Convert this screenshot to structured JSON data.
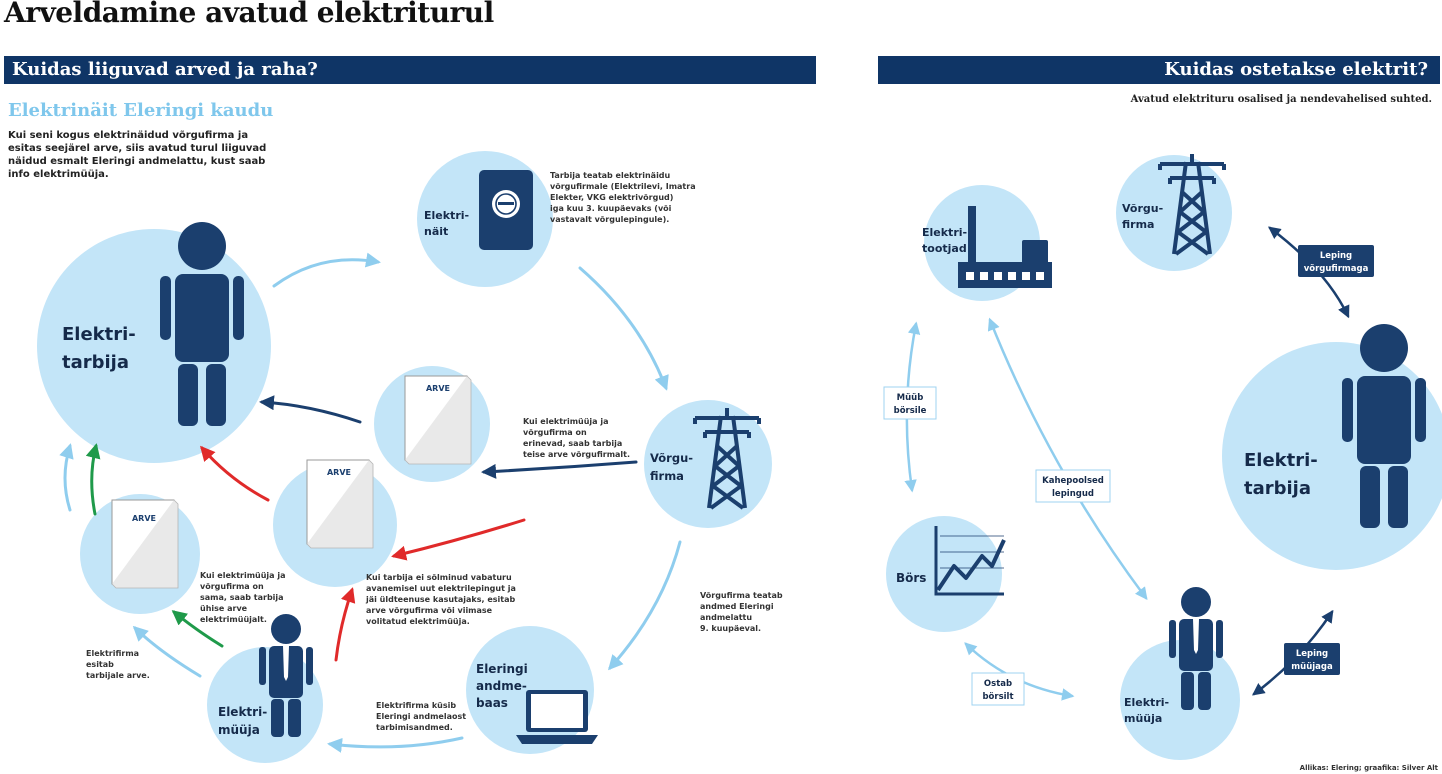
{
  "title": "Arveldamine avatud elektriturul",
  "left": {
    "banner": "Kuidas liiguvad arved ja raha?",
    "subtitle": "Elektrinäit Eleringi kaudu",
    "intro": "Kui seni kogus elektrinäidud võrgufirma ja esitas seejärel arve, siis avatud turul liiguvad näidud esmalt Eleringi andmelattu, kust saab info elektrimüüja.",
    "nodes": {
      "tarbija": [
        "Elektri-",
        "tarbija"
      ],
      "nait": [
        "Elektri-",
        "näit"
      ],
      "vorgufirma": [
        "Võrgu-",
        "firma"
      ],
      "andmebaas": [
        "Eleringi",
        "andme-",
        "baas"
      ],
      "myyja": [
        "Elektri-",
        "müüja"
      ]
    },
    "invoice_label": "ARVE",
    "notes": {
      "nait": [
        "Tarbija teatab elektrinäidu",
        "võrgufirmale (Elektrilevi, Imatra",
        "Elekter, VKG elektrivõrgud)",
        "iga kuu 3. kuupäevaks (või",
        "vastavalt võrgulepingule)."
      ],
      "erinevad": [
        "Kui elektrimüüja ja",
        "võrgufirma on",
        "erinevad, saab tarbija",
        "teise arve võrgufirmalt."
      ],
      "vorgufirma_teatab": [
        "Võrgufirma teatab",
        "andmed Eleringi",
        "andmelattu",
        "9. kuupäeval."
      ],
      "sama": [
        "Kui elektrimüüja ja",
        "võrgufirma on",
        "sama, saab tarbija",
        "ühise arve",
        "elektrimüüjalt."
      ],
      "ei_solminud": [
        "Kui tarbija ei sõlminud vabaturu",
        "avanemisel uut elektrilepingut ja",
        "jäi üldteenuse kasutajaks, esitab",
        "arve võrgufirma või viimase",
        "volitatud elektrimüüja."
      ],
      "esitab": [
        "Elektrifirma",
        "esitab",
        "tarbijale arve."
      ],
      "kysib": [
        "Elektrifirma küsib",
        "Eleringi andmelaost",
        "tarbimisandmed."
      ]
    }
  },
  "right": {
    "banner": "Kuidas  ostetakse elektrit?",
    "subtitle": "Avatud elektrituru osalised ja nendevahelised suhted.",
    "nodes": {
      "tootjad": [
        "Elektri-",
        "tootjad"
      ],
      "vorgufirma": [
        "Võrgu-",
        "firma"
      ],
      "tarbija": [
        "Elektri-",
        "tarbija"
      ],
      "bors": [
        "Börs"
      ],
      "myyja": [
        "Elektri-",
        "müüja"
      ]
    },
    "labels": {
      "myyb": [
        "Müüb",
        "börsile"
      ],
      "kahepoolsed": [
        "Kahepoolsed",
        "lepingud"
      ],
      "ostab": [
        "Ostab",
        "börsilt"
      ],
      "leping_vorgu": [
        "Leping",
        "võrgufirmaga"
      ],
      "leping_myyja": [
        "Leping",
        "müüjaga"
      ]
    }
  },
  "source": "Allikas: Elering; graafika: Silver Alt",
  "colors": {
    "circle": "#c3e5f8",
    "navy": "#1b3f6e",
    "banner": "#0f3566",
    "red": "#e02a2a",
    "green": "#1f9a4a",
    "lightblue": "#8fcdee"
  }
}
